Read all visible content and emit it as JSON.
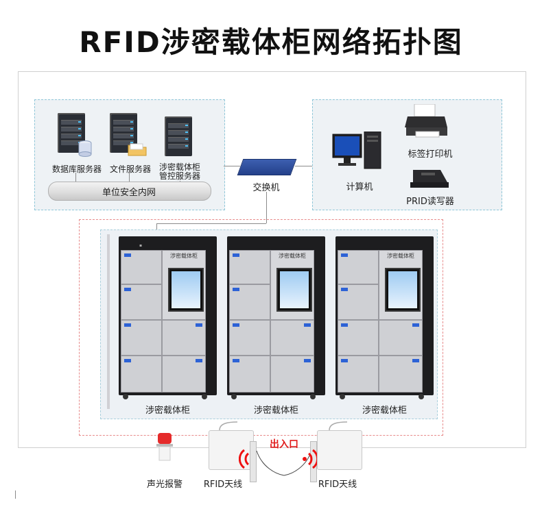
{
  "title": "RFID涉密载体柜网络拓扑图",
  "server_zone": {
    "servers": [
      {
        "label": "数据库服务器"
      },
      {
        "label": "文件服务器"
      },
      {
        "label": "涉密载体柜\n管控服务器",
        "line1": "涉密载体柜",
        "line2": "管控服务器"
      }
    ],
    "network_label": "单位安全内网"
  },
  "switch": {
    "label": "交换机"
  },
  "client_zone": {
    "computer_label": "计算机",
    "printer_label": "标签打印机",
    "reader_label": "PRID读写器"
  },
  "cabinets": [
    {
      "label": "涉密载体柜",
      "header": "涉密载体柜"
    },
    {
      "label": "涉密载体柜",
      "header": "涉密载体柜"
    },
    {
      "label": "涉密载体柜",
      "header": "涉密载体柜"
    }
  ],
  "entry": {
    "label": "出入口",
    "alarm_label": "声光报警",
    "antenna_left_label": "RFID天线",
    "antenna_right_label": "RFID天线"
  },
  "colors": {
    "zone_border_blue": "#8ec6d8",
    "zone_border_red": "#e78a8a",
    "accent_red": "#e01c1c",
    "switch_blue": "#2f4f9e"
  }
}
